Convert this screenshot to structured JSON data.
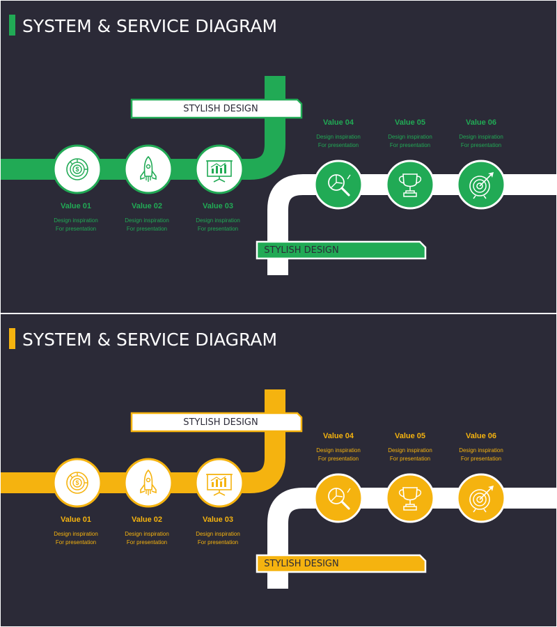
{
  "slides": [
    {
      "title": "SYSTEM & SERVICE DIAGRAM",
      "accent": "#21aa55",
      "banner_top": "STYLISH DESIGN",
      "banner_bottom": "STYLISH DESIGN",
      "steps": [
        {
          "value": "Value 01",
          "line1": "Design inspiration",
          "line2": "For presentation",
          "icon": "dollar-chart-icon"
        },
        {
          "value": "Value 02",
          "line1": "Design inspiration",
          "line2": "For presentation",
          "icon": "rocket-icon"
        },
        {
          "value": "Value 03",
          "line1": "Design inspiration",
          "line2": "For presentation",
          "icon": "presentation-board-icon"
        },
        {
          "value": "Value 04",
          "line1": "Design inspiration",
          "line2": "For presentation",
          "icon": "magnifier-icon"
        },
        {
          "value": "Value 05",
          "line1": "Design inspiration",
          "line2": "For presentation",
          "icon": "trophy-icon"
        },
        {
          "value": "Value 06",
          "line1": "Design inspiration",
          "line2": "For presentation",
          "icon": "target-icon"
        }
      ]
    },
    {
      "title": "SYSTEM & SERVICE DIAGRAM",
      "accent": "#f5b30f",
      "banner_top": "STYLISH DESIGN",
      "banner_bottom": "STYLISH DESIGN",
      "steps": [
        {
          "value": "Value 01",
          "line1": "Design inspiration",
          "line2": "For presentation",
          "icon": "dollar-chart-icon"
        },
        {
          "value": "Value 02",
          "line1": "Design inspiration",
          "line2": "For presentation",
          "icon": "rocket-icon"
        },
        {
          "value": "Value 03",
          "line1": "Design inspiration",
          "line2": "For presentation",
          "icon": "presentation-board-icon"
        },
        {
          "value": "Value 04",
          "line1": "Design inspiration",
          "line2": "For presentation",
          "icon": "magnifier-icon"
        },
        {
          "value": "Value 05",
          "line1": "Design inspiration",
          "line2": "For presentation",
          "icon": "trophy-icon"
        },
        {
          "value": "Value 06",
          "line1": "Design inspiration",
          "line2": "For presentation",
          "icon": "target-icon"
        }
      ]
    }
  ]
}
